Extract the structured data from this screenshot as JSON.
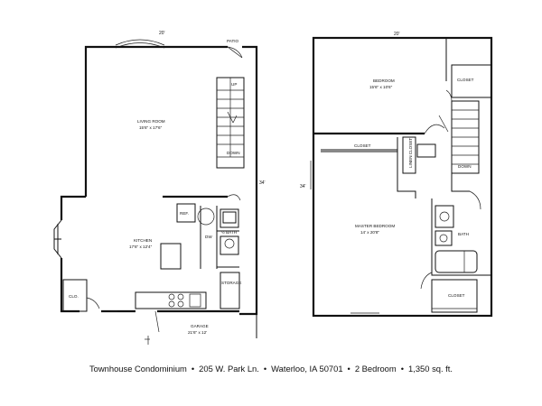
{
  "first_floor": {
    "dim_top": "20'",
    "patio": "PATIO",
    "living_room": "LIVING ROOM",
    "living_room_size": "15'6\" x 17'6\"",
    "stairs_up": "UP",
    "stairs_down": "DOWN",
    "dim_side": "34'",
    "ref": "REF.",
    "dw": "DW",
    "half_bath": "½ BATH",
    "kitchen": "KITCHEN",
    "kitchen_size": "17'6\" x 12'4\"",
    "storage": "STORAGE",
    "closet": "CLO.",
    "garage": "GARAGE",
    "garage_size": "21'6\" x 12'"
  },
  "second_floor": {
    "dim_top": "20'",
    "bedroom": "BEDROOM",
    "bedroom_size": "15'6\" x 10'6\"",
    "closet_top": "CLOSET",
    "closet_left": "CLOSET",
    "linen_closet": "LINEN CLOSET",
    "stairs_down": "DOWN",
    "dim_side": "34'",
    "master_bedroom": "MASTER BEDROOM",
    "master_bedroom_size": "14' x 20'8\"",
    "bath": "BATH",
    "closet_bottom": "CLOSET"
  },
  "caption": {
    "type": "Townhouse Condominium",
    "address": "205 W. Park Ln.",
    "city": "Waterloo, IA 50701",
    "bedrooms": "2 Bedroom",
    "area": "1,350 sq. ft.",
    "separator": "•"
  }
}
